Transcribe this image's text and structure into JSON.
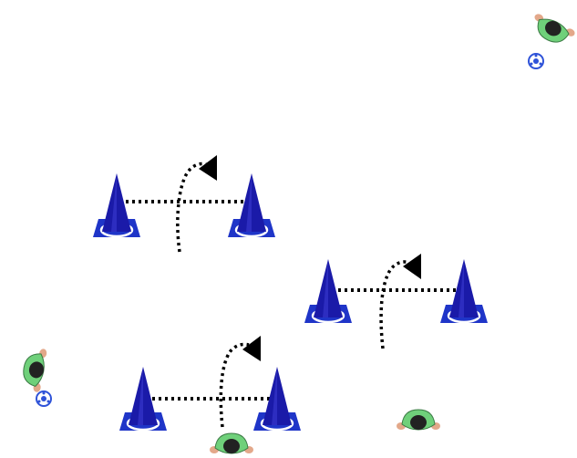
{
  "diagram": {
    "background_color": "#ffffff",
    "cone_color": "#1a1aa8",
    "cone_base_color": "#1f35c8",
    "jersey_color": "#6fd07a",
    "hair_color": "#222222",
    "skin_color": "#e3a88a",
    "ball_color": "#2e52d8",
    "path_color": "#000000",
    "gates": [
      {
        "id": "gate-top-left"
      },
      {
        "id": "gate-middle-right"
      },
      {
        "id": "gate-bottom-left"
      }
    ],
    "players": [
      {
        "id": "player-top-right",
        "facing": "down-left",
        "has_ball": true
      },
      {
        "id": "player-left",
        "facing": "right",
        "has_ball": true
      },
      {
        "id": "player-bottom-center",
        "facing": "up",
        "has_ball": false
      },
      {
        "id": "player-bottom-right",
        "facing": "up",
        "has_ball": false
      }
    ]
  }
}
